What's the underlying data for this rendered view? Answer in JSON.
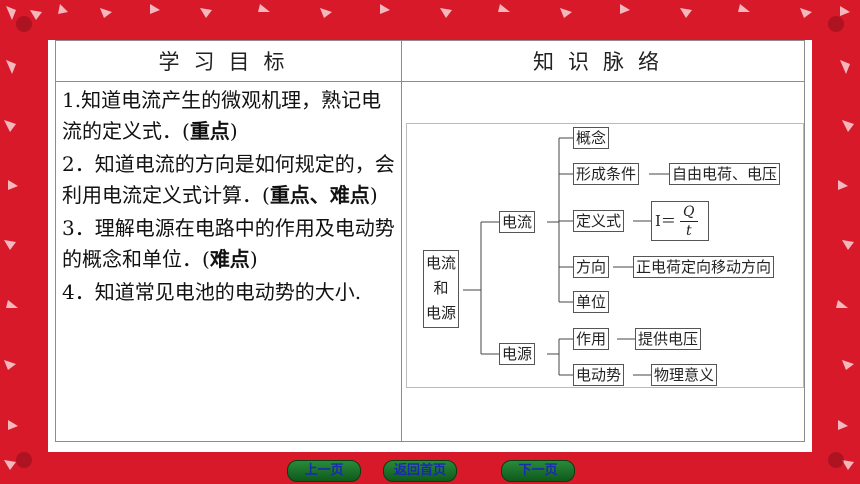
{
  "table": {
    "header_left": "学习目标",
    "header_right": "知识脉络"
  },
  "goals": [
    {
      "text": "1.知道电流产生的微观机理，熟记电流的定义式．(",
      "key": "重点",
      "tail": ")"
    },
    {
      "text": "2．知道电流的方向是如何规定的，会利用电流定义式计算．(",
      "key": "重点、难点",
      "tail": ")"
    },
    {
      "text": "3．理解电源在电路中的作用及电动势的概念和单位．(",
      "key": "难点",
      "tail": ")"
    },
    {
      "text": "4．知道常见电池的电动势的大小.",
      "key": "",
      "tail": ""
    }
  ],
  "map": {
    "root_line1": "电流",
    "root_line2": "和",
    "root_line3": "电源",
    "branch_current": "电流",
    "branch_source": "电源",
    "concept": "概念",
    "condition": "形成条件",
    "condition_detail": "自由电荷、电压",
    "definition": "定义式",
    "formula_left": "I＝",
    "formula_num": "Q",
    "formula_den": "t",
    "direction": "方向",
    "direction_detail": "正电荷定向移动方向",
    "unit": "单位",
    "function": "作用",
    "function_detail": "提供电压",
    "emf": "电动势",
    "emf_detail": "物理意义"
  },
  "nav": {
    "prev": "上一页",
    "home": "返回首页",
    "next": "下一页"
  },
  "colors": {
    "frame": "#d8192a",
    "nav_button": "#1a7a2c",
    "nav_text": "#1a2ab0"
  }
}
